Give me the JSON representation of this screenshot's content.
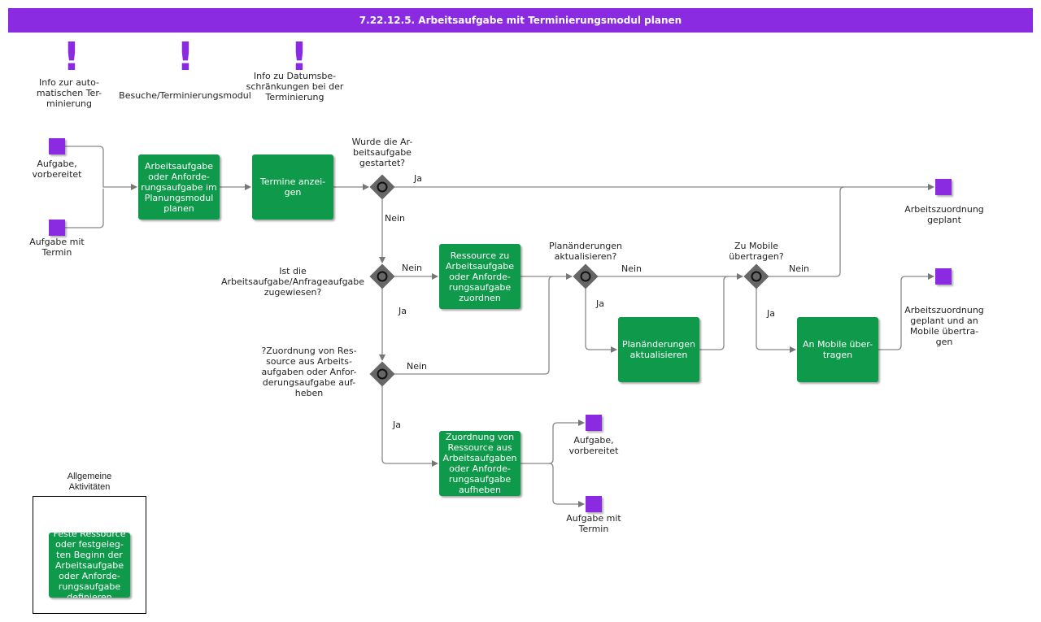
{
  "title": "7.22.12.5. Arbeitsaufgabe mit Terminierungsmodul planen",
  "colors": {
    "accent": "#8a2be2",
    "task": "#0e9a4a",
    "gateway": "#666666"
  },
  "notes": [
    {
      "icon": "exclamation-icon",
      "label": "Info zur auto-\nmatischen Ter-\nminierung"
    },
    {
      "icon": "exclamation-icon",
      "label": "Besuche/Terminierungsmodul"
    },
    {
      "icon": "exclamation-icon",
      "label": "Info zu Datumsbe-\nschränkungen bei der\nTerminierung"
    }
  ],
  "events": {
    "start_prepared": "Aufgabe,\nvorbereitet",
    "start_with_appointment": "Aufgabe mit\nTermin",
    "end_planned": "Arbeitszuordnung\ngeplant",
    "end_planned_mobile": "Arbeitszuordnung\ngeplant und an\nMobile übertra-\ngen",
    "end_prepared": "Aufgabe,\nvorbereitet",
    "end_with_appointment": "Aufgabe mit\nTermin"
  },
  "tasks": {
    "plan_in_module": "Arbeitsaufgabe\noder Anforde-\nrungsaufgabe im\nPlanungsmodul\nplanen",
    "show_appointments": "Termine anzei-\ngen",
    "assign_resource": "Ressource zu\nArbeitsaufgabe\noder Anforde-\nrungsaufgabe\nzuordnen",
    "update_plan_changes": "Planänderungen\naktualisieren",
    "transfer_mobile": "An Mobile über-\ntragen",
    "remove_assignment": "Zuordnung von\nRessource aus\nArbeitsaufgaben\noder Anforde-\nrungsaufgabe\naufheben",
    "fixed_resource": "Feste Ressource\noder festgeleg-\nten Beginn der\nArbeitsaufgabe\noder Anforde-\nrungsaufgabe\ndefinieren"
  },
  "gateways": {
    "started": "Wurde die Ar-\nbeitsaufgabe\ngestartet?",
    "assigned": "Ist die\nArbeitsaufgabe/Anfrageaufgabe\nzugewiesen?",
    "unassign": "?Zuordnung von Res-\nsource aus Arbeits-\naufgaben oder Anfor-\nderungsaufgabe auf-\nheben",
    "update_changes": "Planänderungen\naktualisieren?",
    "to_mobile": "Zu Mobile\nübertragen?"
  },
  "flow_labels": {
    "yes": "Ja",
    "no": "Nein"
  },
  "group": {
    "label": "Allgemeine\nAktivitäten"
  }
}
